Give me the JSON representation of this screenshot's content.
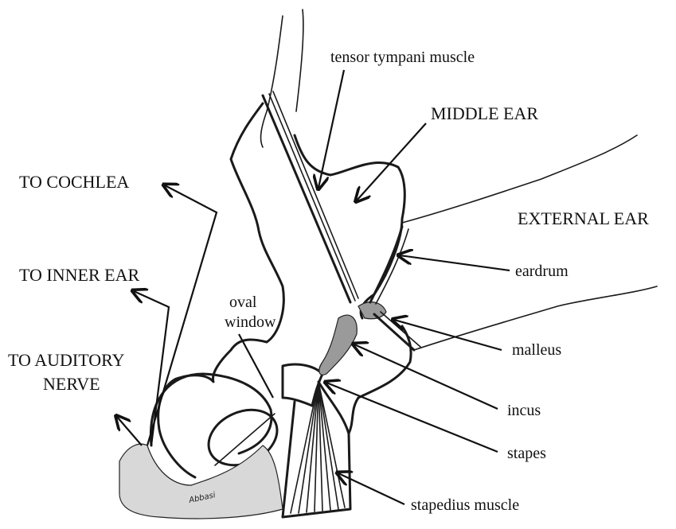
{
  "labels": {
    "tensor_tympani": "tensor tympani muscle",
    "middle_ear": "MIDDLE EAR",
    "to_cochlea": "TO COCHLEA",
    "external_ear": "EXTERNAL EAR",
    "eardrum": "eardrum",
    "to_inner_ear": "TO INNER EAR",
    "oval_window_1": "oval",
    "oval_window_2": "window",
    "to_auditory_1": "TO AUDITORY",
    "to_auditory_2": "NERVE",
    "malleus": "malleus",
    "incus": "incus",
    "stapes": "stapes",
    "stapedius": "stapedius muscle"
  },
  "signature": "Abbasi",
  "colors": {
    "ink": "#1a1a1a",
    "background": "#ffffff",
    "shading": "#d8d8d8"
  }
}
